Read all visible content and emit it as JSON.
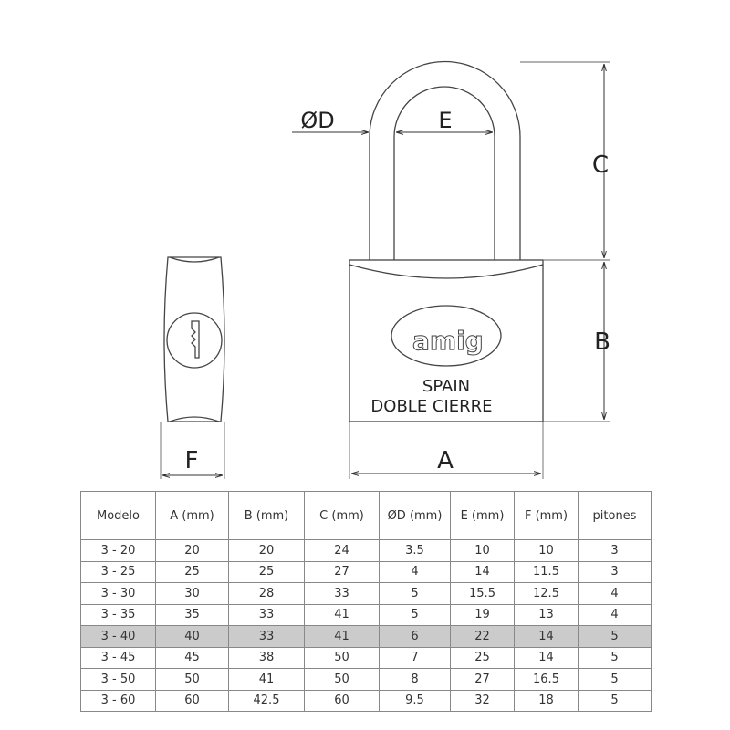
{
  "labels": {
    "d": "ØD",
    "e": "E",
    "c": "C",
    "b": "B",
    "a": "A",
    "f": "F"
  },
  "padlock": {
    "logo": "amig",
    "line1": "SPAIN",
    "line2": "DOBLE CIERRE"
  },
  "table": {
    "headers": [
      "Modelo",
      "A (mm)",
      "B (mm)",
      "C (mm)",
      "ØD (mm)",
      "E (mm)",
      "F (mm)",
      "pitones"
    ],
    "rows": [
      [
        "3 - 20",
        "20",
        "20",
        "24",
        "3.5",
        "10",
        "10",
        "3"
      ],
      [
        "3 - 25",
        "25",
        "25",
        "27",
        "4",
        "14",
        "11.5",
        "3"
      ],
      [
        "3 - 30",
        "30",
        "28",
        "33",
        "5",
        "15.5",
        "12.5",
        "4"
      ],
      [
        "3 - 35",
        "35",
        "33",
        "41",
        "5",
        "19",
        "13",
        "4"
      ],
      [
        "3 - 40",
        "40",
        "33",
        "41",
        "6",
        "22",
        "14",
        "5"
      ],
      [
        "3 - 45",
        "45",
        "38",
        "50",
        "7",
        "25",
        "14",
        "5"
      ],
      [
        "3 - 50",
        "50",
        "41",
        "50",
        "8",
        "27",
        "16.5",
        "5"
      ],
      [
        "3 - 60",
        "60",
        "42.5",
        "60",
        "9.5",
        "32",
        "18",
        "5"
      ]
    ],
    "highlight_row": 4,
    "highlight_color": "#cbcbcb"
  }
}
